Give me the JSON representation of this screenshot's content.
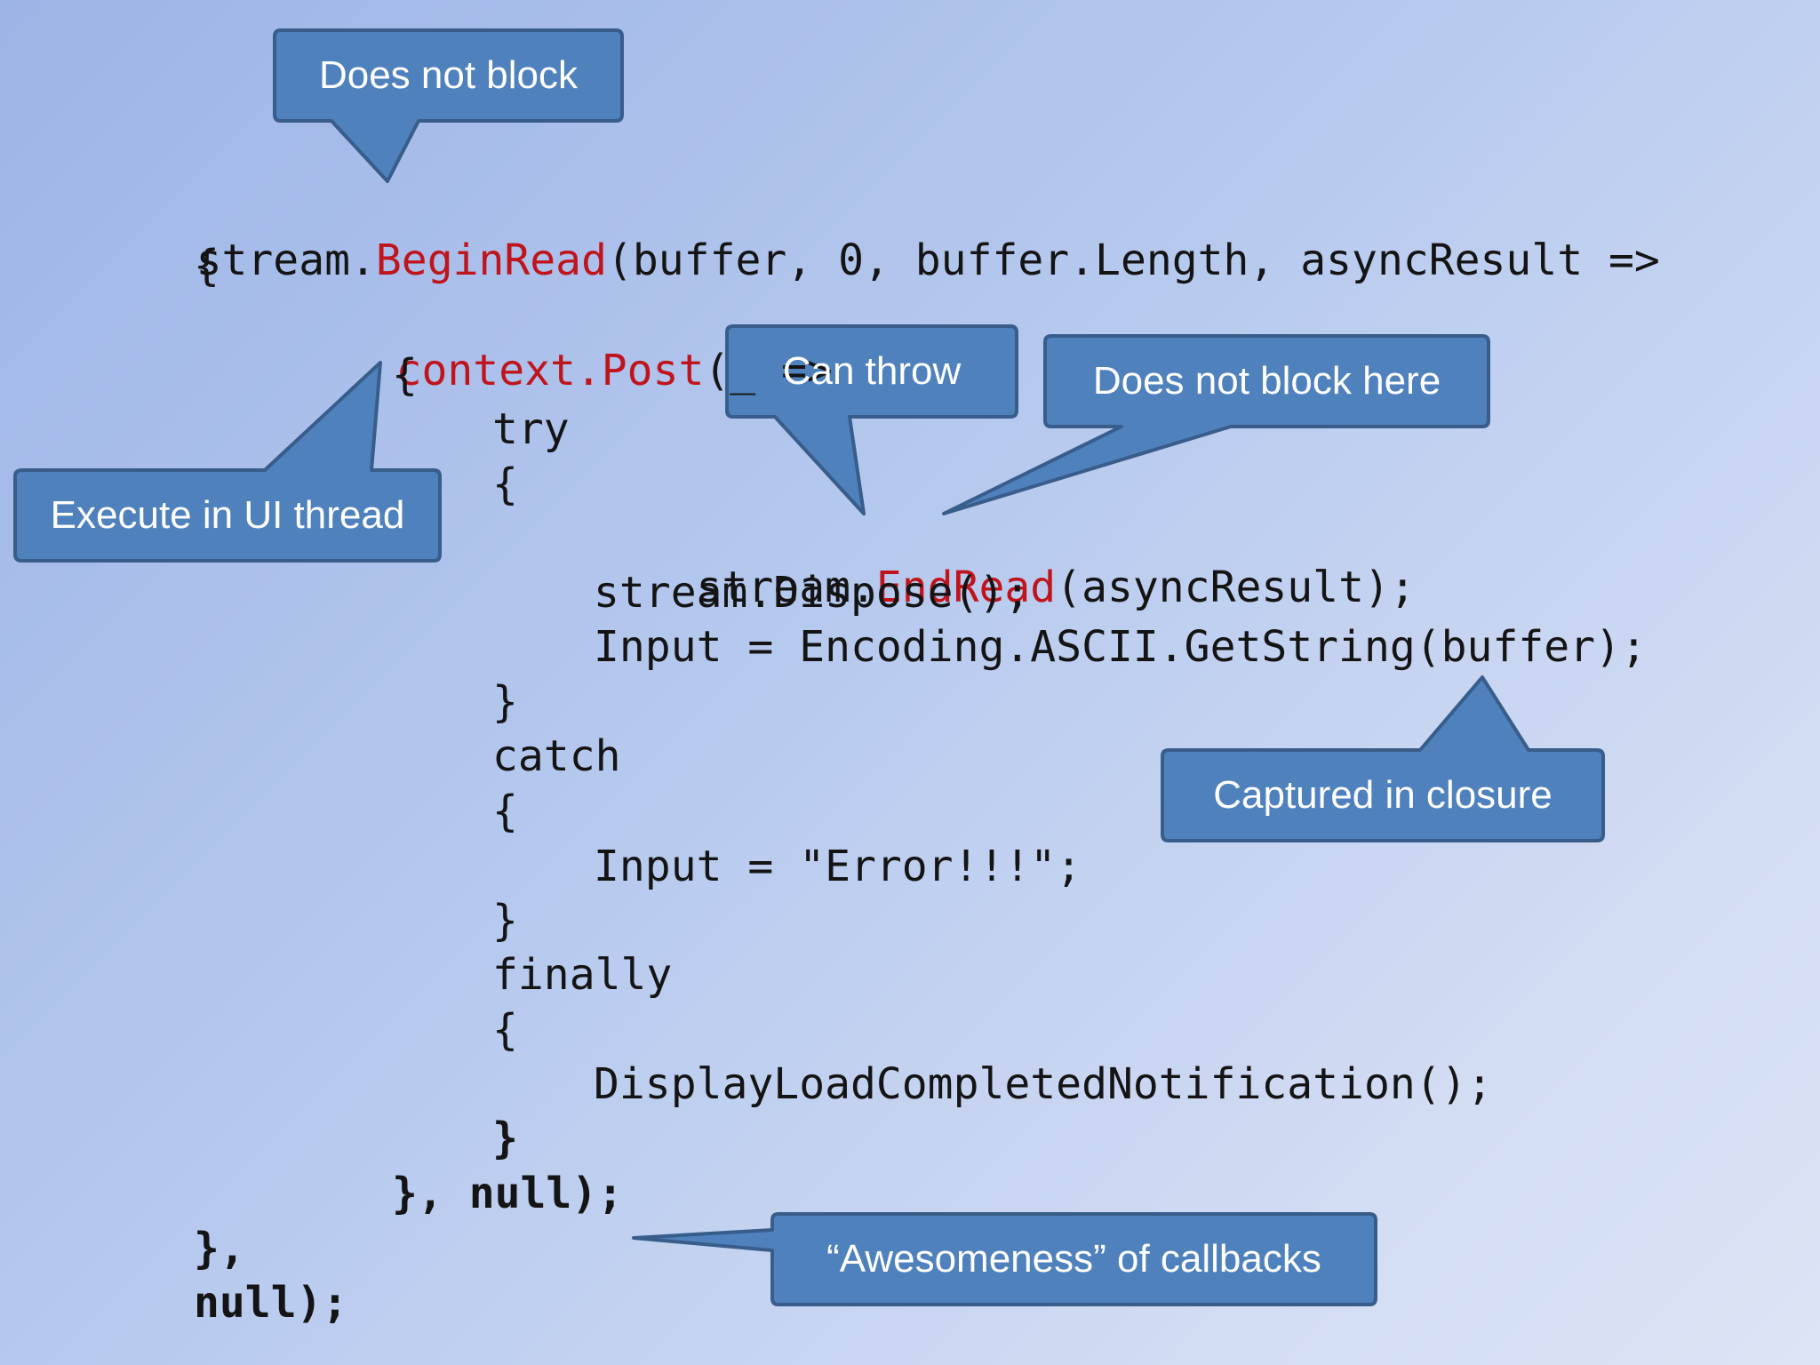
{
  "code": {
    "line1": {
      "a": "stream.",
      "b": "BeginRead",
      "c": "(buffer, 0, buffer.Length, asyncResult =>"
    },
    "line2": "{",
    "line3": {
      "a": "context.Post",
      "b": "(_ =>"
    },
    "line4": "{",
    "line5": "try",
    "line6": "{",
    "line7": {
      "a": "stream.",
      "b": "EndRead",
      "c": "(asyncResult);"
    },
    "line8": "stream.Dispose();",
    "line9": "Input = Encoding.ASCII.GetString(buffer);",
    "line10": "}",
    "line11": "catch",
    "line12": "{",
    "line13": "Input = \"Error!!!\";",
    "line14": "}",
    "line15": "finally",
    "line16": "{",
    "line17": "DisplayLoadCompletedNotification();",
    "line18": "}",
    "line19": "}, null);",
    "line20": "},",
    "line21": "null);"
  },
  "callouts": {
    "does_not_block": "Does not block",
    "execute_ui_thread": "Execute in UI thread",
    "can_throw": "Can throw",
    "does_not_block_here": "Does not block here",
    "captured_in_closure": "Captured in closure",
    "awesomeness": "“Awesomeness” of callbacks"
  },
  "colors": {
    "callout_fill": "#4f81bd",
    "callout_border": "#385d8a",
    "highlight": "#c0141c",
    "code_text": "#141414"
  }
}
